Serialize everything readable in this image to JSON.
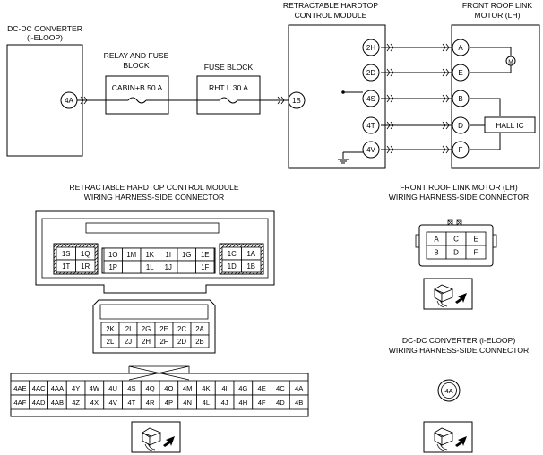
{
  "schematic": {
    "dcdc": {
      "title_line1": "DC-DC CONVERTER",
      "title_line2": "(i-ELOOP)",
      "terminal": "4A"
    },
    "relay_block": {
      "title_line1": "RELAY AND FUSE",
      "title_line2": "BLOCK",
      "fuse": "CABIN+B 50 A"
    },
    "fuse_block": {
      "title": "FUSE BLOCK",
      "fuse": "RHT L 30 A"
    },
    "module": {
      "title_line1": "RETRACTABLE HARDTOP",
      "title_line2": "CONTROL MODULE",
      "input_terminal": "1B",
      "terminals": [
        "2H",
        "2D",
        "4S",
        "4T",
        "4V"
      ]
    },
    "motor": {
      "title_line1": "FRONT ROOF LINK",
      "title_line2": "MOTOR (LH)",
      "terminals": [
        "A",
        "E",
        "B",
        "D",
        "F"
      ],
      "motor_symbol": "M",
      "hall": "HALL IC"
    }
  },
  "connectors": {
    "rhcm": {
      "title_line1": "RETRACTABLE HARDTOP CONTROL MODULE",
      "title_line2": "WIRING HARNESS-SIDE CONNECTOR",
      "c1": {
        "left": [
          [
            "1S",
            "1Q"
          ],
          [
            "1T",
            "1R"
          ]
        ],
        "middle": [
          [
            "1O",
            "1M",
            "1K",
            "1I",
            "1G",
            "1E"
          ],
          [
            "1P",
            "",
            "1L",
            "1J",
            "",
            "1F"
          ]
        ],
        "right": [
          [
            "1C",
            "1A"
          ],
          [
            "1D",
            "1B"
          ]
        ]
      },
      "c2": [
        [
          "2K",
          "2I",
          "2G",
          "2E",
          "2C",
          "2A"
        ],
        [
          "2L",
          "2J",
          "2H",
          "2F",
          "2D",
          "2B"
        ]
      ],
      "c3": [
        [
          "4AE",
          "4AC",
          "4AA",
          "4Y",
          "4W",
          "4U",
          "4S",
          "4Q",
          "4O",
          "4M",
          "4K",
          "4I",
          "4G",
          "4E",
          "4C",
          "4A"
        ],
        [
          "4AF",
          "4AD",
          "4AB",
          "4Z",
          "4X",
          "4V",
          "4T",
          "4R",
          "4P",
          "4N",
          "4L",
          "4J",
          "4H",
          "4F",
          "4D",
          "4B"
        ]
      ]
    },
    "motor": {
      "title_line1": "FRONT ROOF LINK MOTOR (LH)",
      "title_line2": "WIRING HARNESS-SIDE CONNECTOR",
      "pins": [
        [
          "A",
          "C",
          "E"
        ],
        [
          "B",
          "D",
          "F"
        ]
      ]
    },
    "dcdc": {
      "title_line1": "DC-DC CONVERTER (i-ELOOP)",
      "title_line2": "WIRING HARNESS-SIDE CONNECTOR",
      "pin": "4A"
    }
  },
  "icons": [
    "connector-view-icon",
    "ground-icon",
    "fuse-icon",
    "motor-icon"
  ]
}
